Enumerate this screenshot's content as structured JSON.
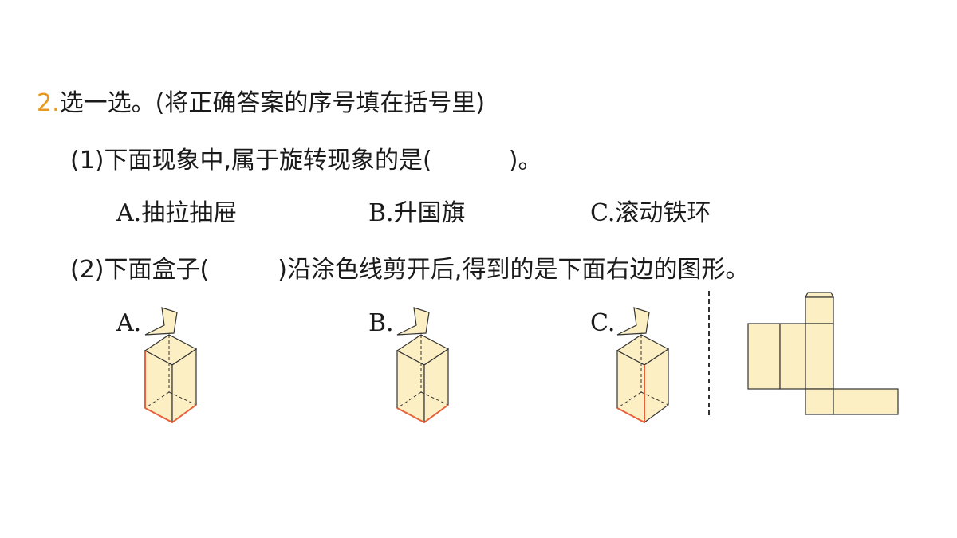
{
  "question": {
    "number": "2.",
    "title": "选一选。(将正确答案的序号填在括号里)"
  },
  "part1": {
    "prefix": "(1)下面现象中,属于旋转现象的是(",
    "suffix": ")。",
    "options": [
      {
        "letter": "A.",
        "text": "抽拉抽屉"
      },
      {
        "letter": "B.",
        "text": "升国旗"
      },
      {
        "letter": "C.",
        "text": "滚动铁环"
      }
    ]
  },
  "part2": {
    "prefix": "(2)下面盒子(",
    "suffix": ")沿涂色线剪开后,得到的是下面右边的图形。",
    "options": [
      {
        "letter": "A."
      },
      {
        "letter": "B."
      },
      {
        "letter": "C."
      }
    ]
  },
  "colors": {
    "accent": "#e69a1f",
    "box_fill": "#fcefc4",
    "cut_line": "#e8613a",
    "outline": "#333333"
  }
}
